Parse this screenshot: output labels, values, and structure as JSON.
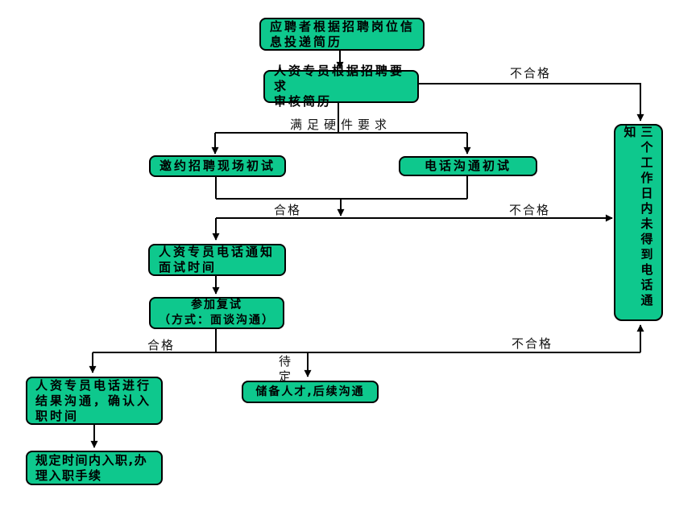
{
  "diagram": {
    "description": "recruitment-interview-process-flowchart",
    "colors": {
      "node_fill": "#0ec88d",
      "node_border": "#000000",
      "connector": "#000000",
      "background": "#ffffff",
      "text": "#000000"
    },
    "nodes": {
      "apply": "应聘者根据招聘岗位信\n息投递简历",
      "review": "人资专员根据招聘要求\n审核简历",
      "onsite_first": "邀约招聘现场初试",
      "phone_first": "电话沟通初试",
      "no_notice": "三个工作日内未得到电话通知",
      "notify_time": "人资专员电话通知\n面试时间",
      "second_interview": "参加复试\n（方式：面谈沟通）",
      "result_call": "人资专员电话进行\n结果沟通，确认入\n职时间",
      "reserve": "储备人才,后续沟通",
      "onboard": "规定时间内入职,办\n理入职手续"
    },
    "labels": {
      "fail_top": "不合格",
      "hw_ok": "满足硬件要求",
      "pass_mid": "合格",
      "fail_mid": "不合格",
      "pass_low": "合格",
      "pending": "待\n定",
      "fail_low": "不合格"
    }
  }
}
